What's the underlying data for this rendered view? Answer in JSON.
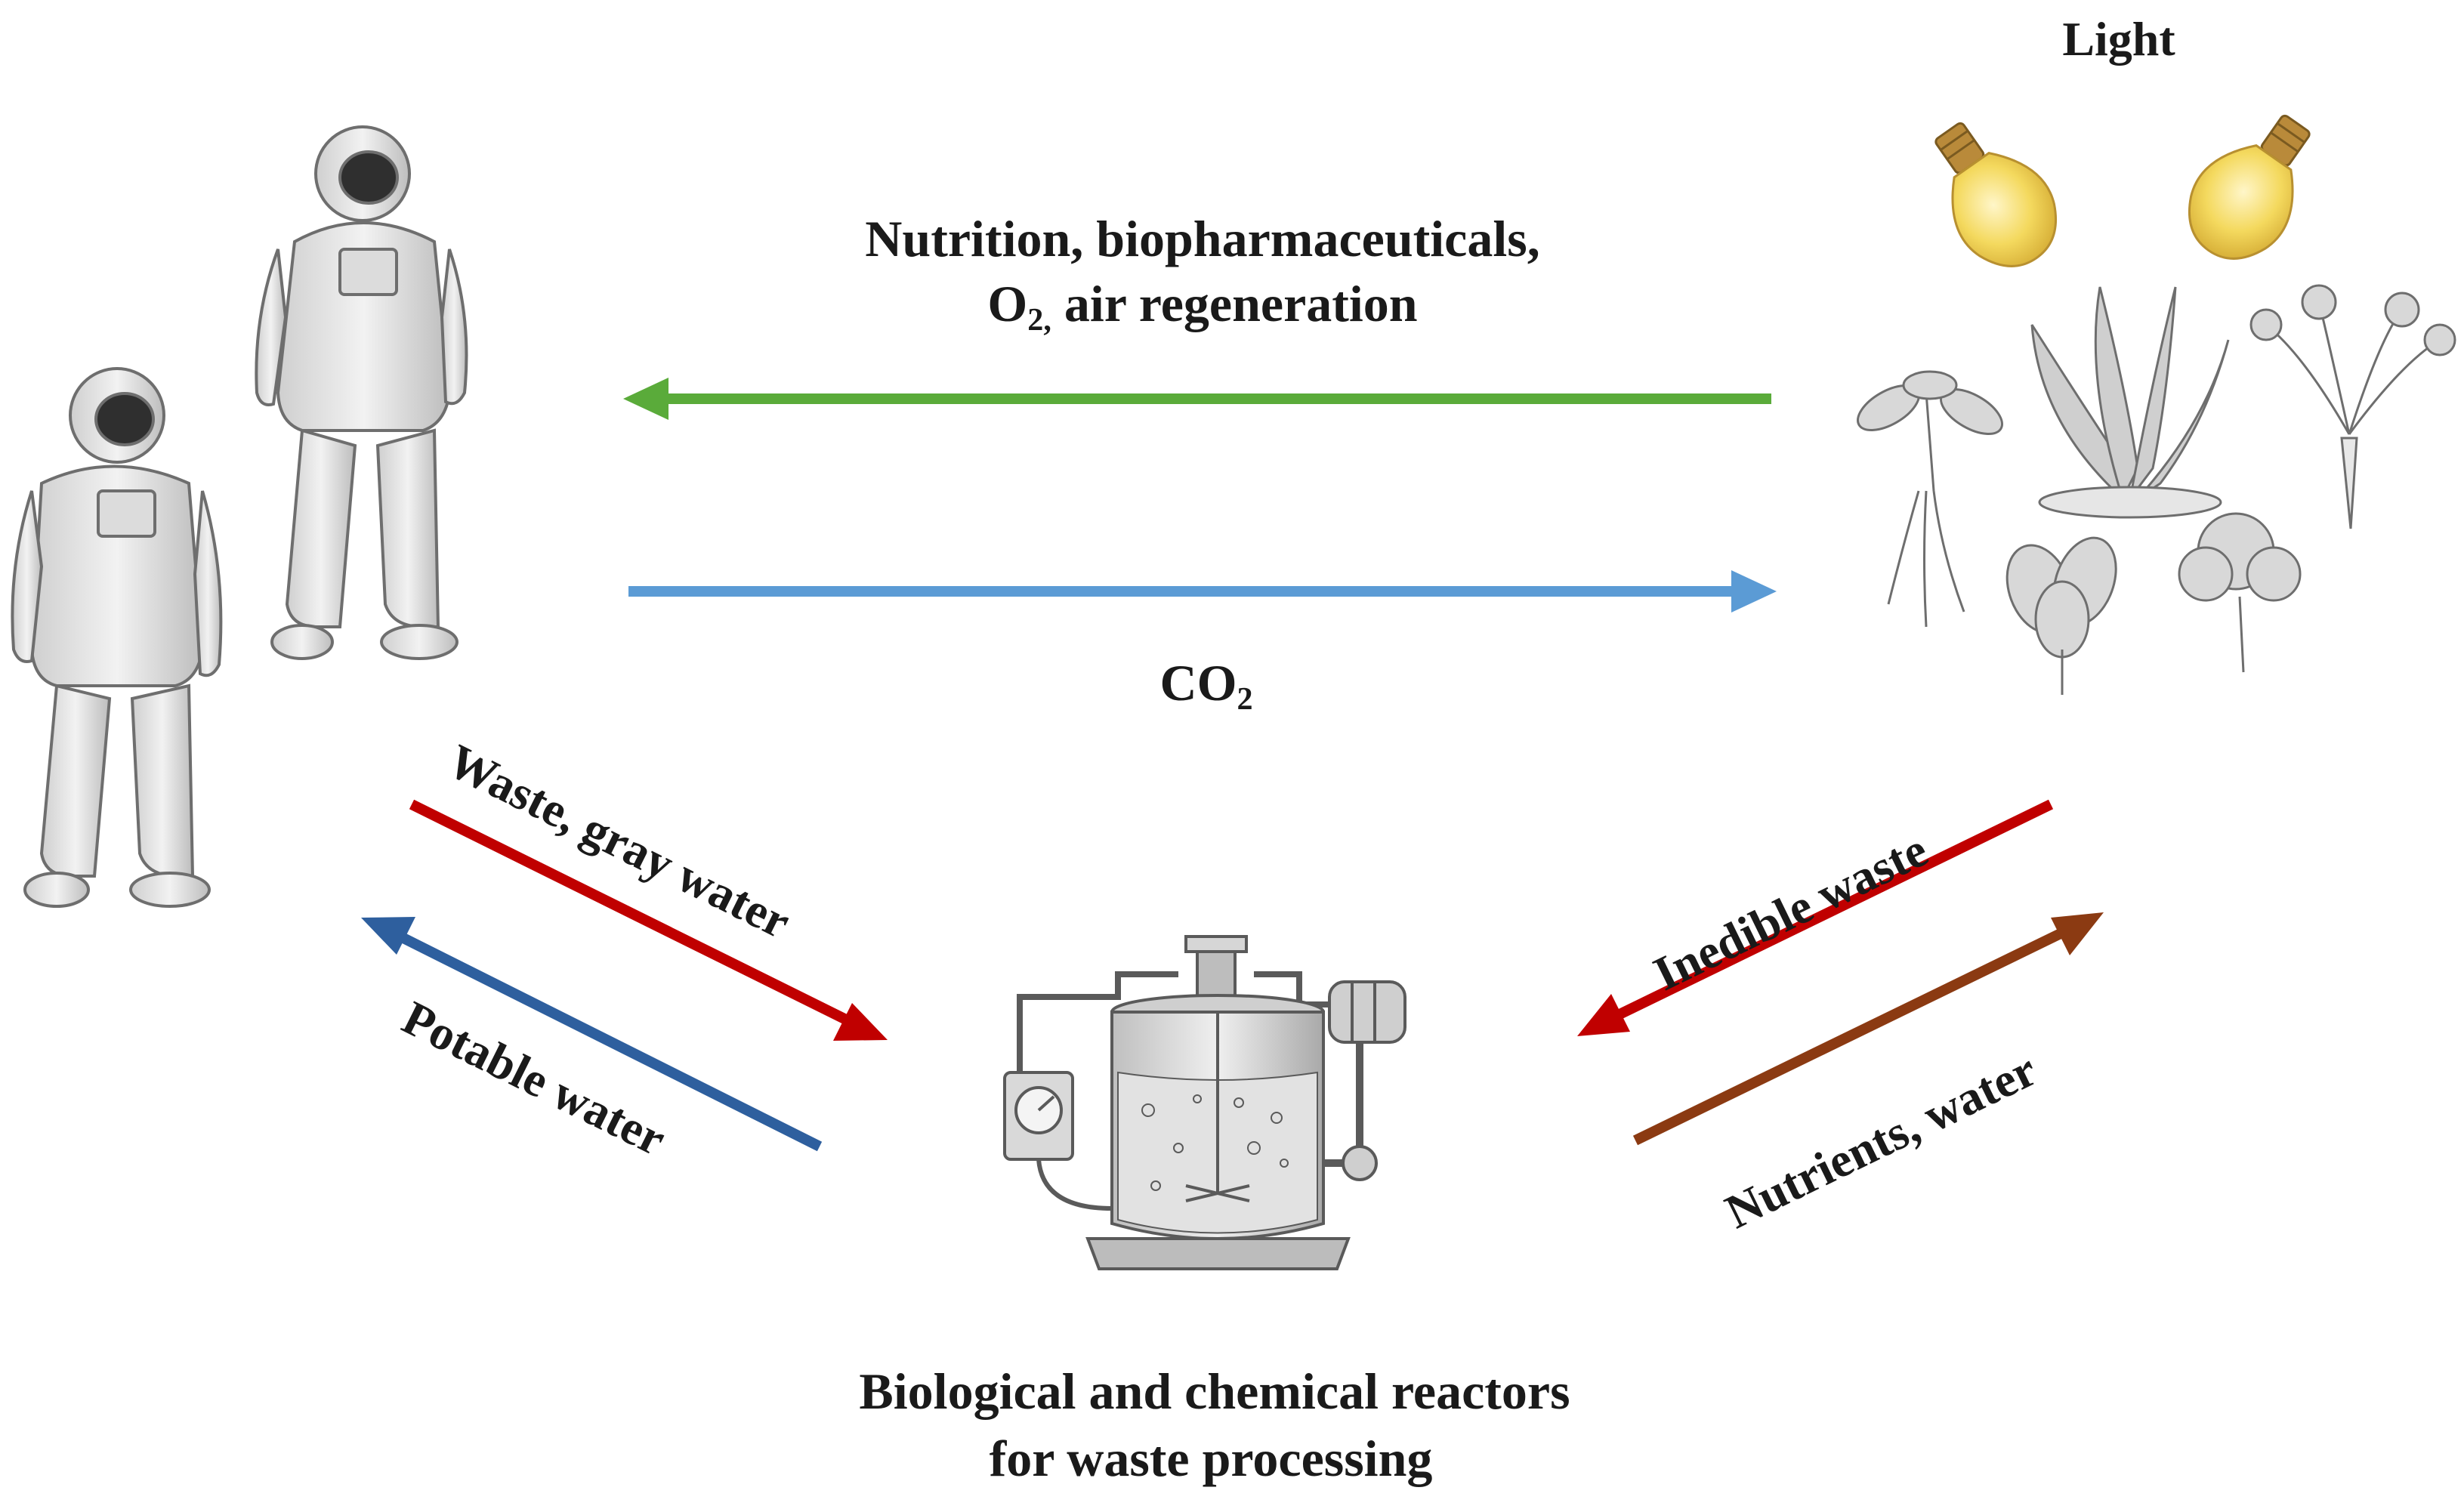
{
  "labels": {
    "light": "Light",
    "nutrition_line1": "Nutrition, biopharmaceuticals,",
    "nutrition_line2_prefix": "O",
    "nutrition_line2_sub": "2,",
    "nutrition_line2_suffix": " air regeneration",
    "co2_prefix": "CO",
    "co2_sub": "2",
    "waste_gray_water": "Waste, gray water",
    "potable_water": "Potable water",
    "inedible_waste": "Inedible waste",
    "nutrients_water": "Nutrients, water",
    "reactors_line1": "Biological and chemical reactors",
    "reactors_line2": "for waste processing"
  },
  "colors": {
    "green_arrow": "#5aab3a",
    "light_blue_arrow": "#5b9bd5",
    "red_arrow": "#c00000",
    "dark_blue_arrow": "#2e5f9e",
    "brown_arrow": "#8b3a12",
    "bulb": "#f2d45c",
    "sketch": "#6e6e6e"
  },
  "icons": [
    "astronaut-icon",
    "astronaut-icon",
    "light-bulb-icon",
    "light-bulb-icon",
    "plants-icon",
    "reactor-icon"
  ]
}
